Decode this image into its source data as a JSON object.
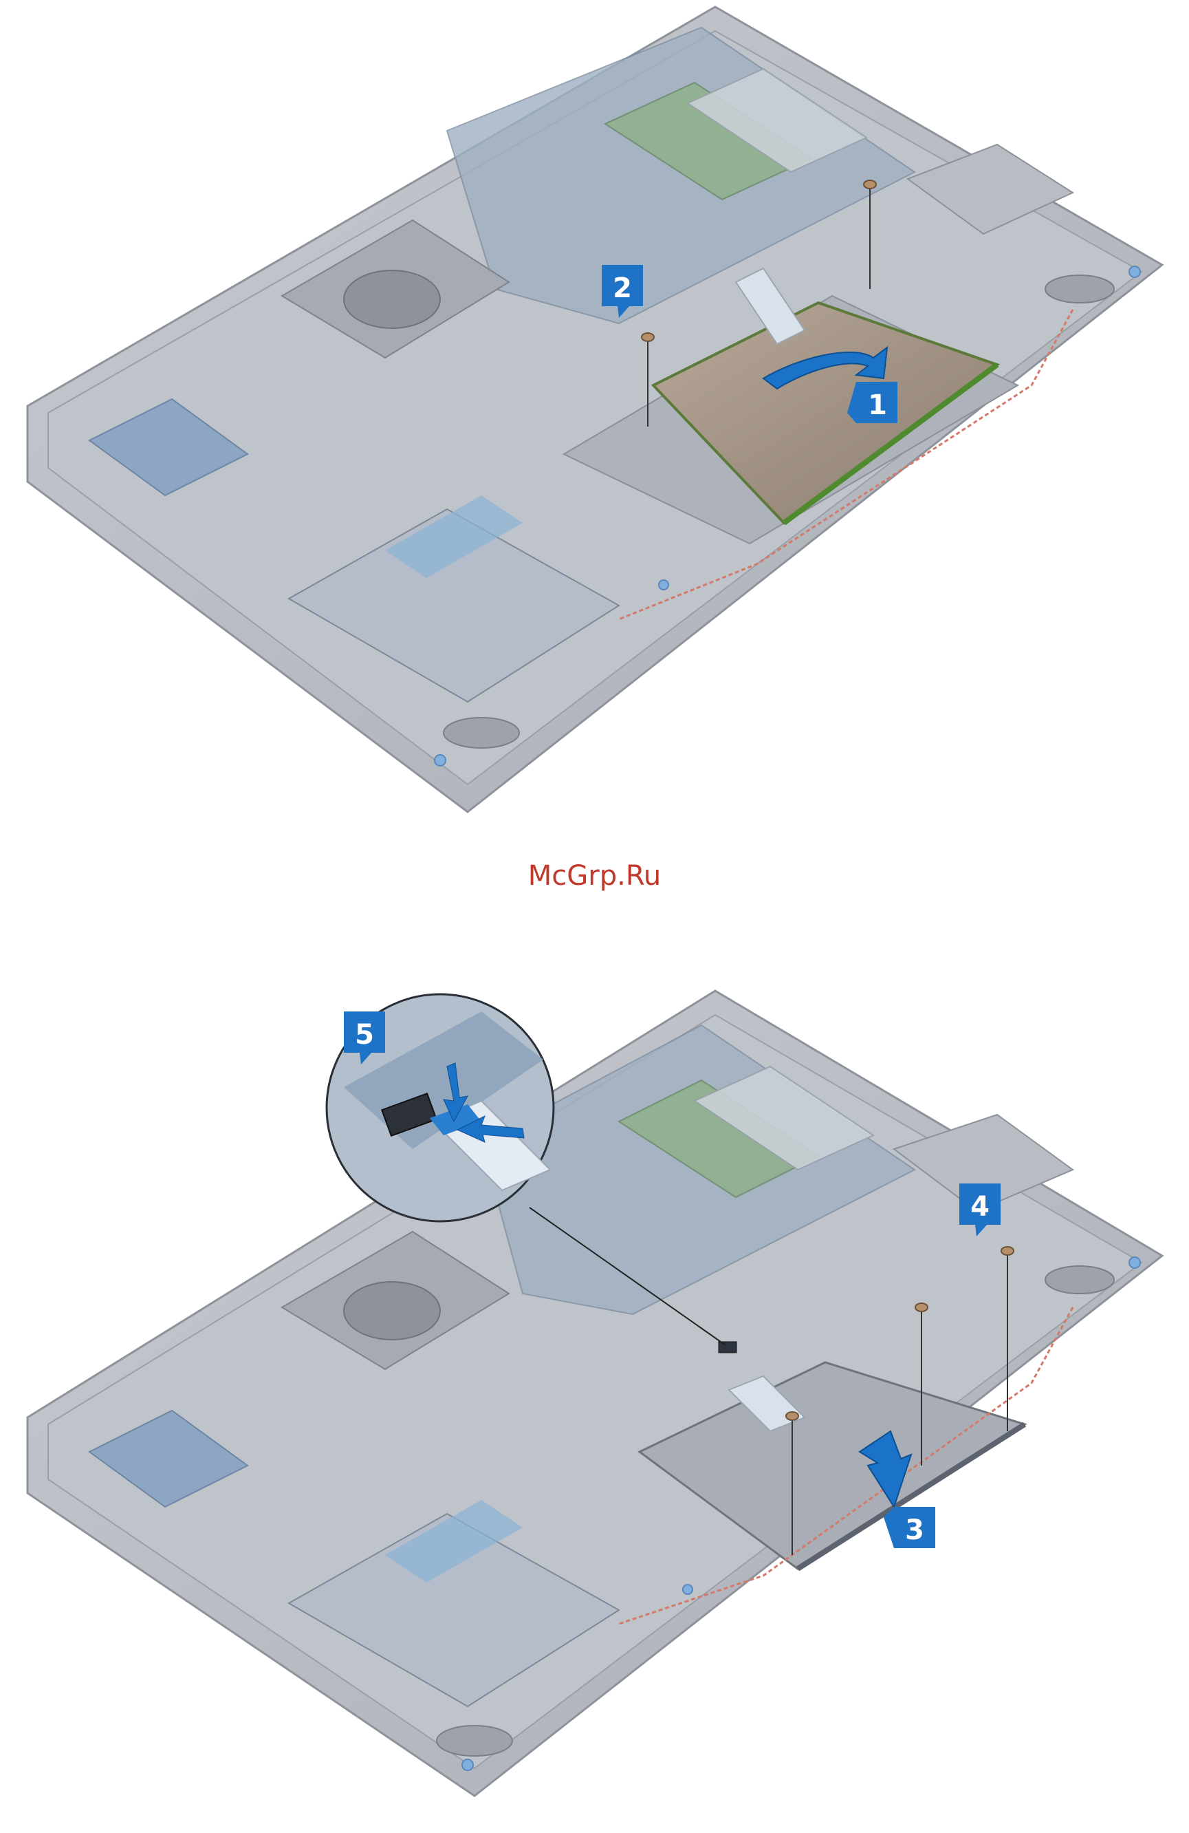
{
  "watermark": "McGrp.Ru",
  "steps": {
    "s1": "1",
    "s2": "2",
    "s3": "3",
    "s4": "4",
    "s5": "5"
  },
  "colors": {
    "badge": "#1f73c7",
    "arrow": "#1a73c8",
    "watermark": "#c0392b",
    "chassis": "#b9bcc3",
    "board": "#8fa3b8",
    "touchpad": "#9c8f84"
  }
}
